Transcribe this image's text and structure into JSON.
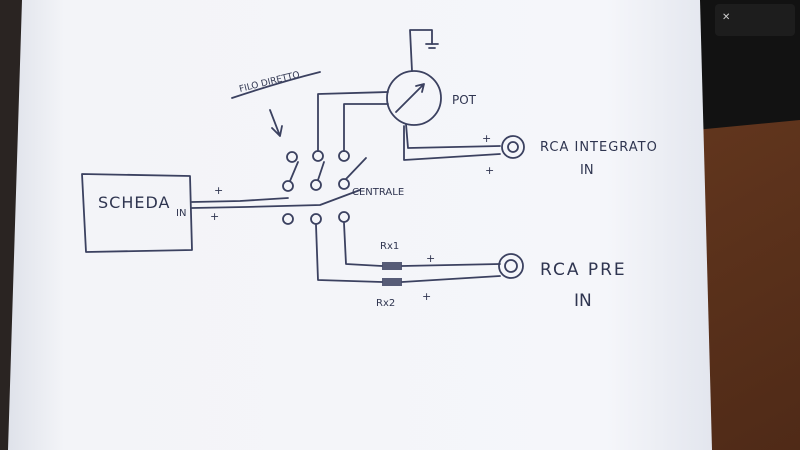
{
  "photo": {
    "subject": "hand-drawn wiring sketch on paper",
    "colors": {
      "paper": "#f4f5f9",
      "paper_shadow": "#d8dbe4",
      "ink": "#3b4160",
      "desk": "#6b3b22",
      "desk_dark": "#2b2320",
      "keyboard": "#141414"
    },
    "labels": {
      "scheda": "SCHEDA",
      "scheda_in": "IN",
      "filo_diretto": "FILO DIRETTO",
      "pot": "POT",
      "rca_integrato": "RCA INTEGRATO",
      "rca_integrato_in": "IN",
      "centrale": "CENTRALE",
      "rca_pre": "RCA PRE",
      "rca_pre_in": "IN",
      "rx1": "Rx1",
      "rx2": "Rx2",
      "plus": "+"
    }
  }
}
